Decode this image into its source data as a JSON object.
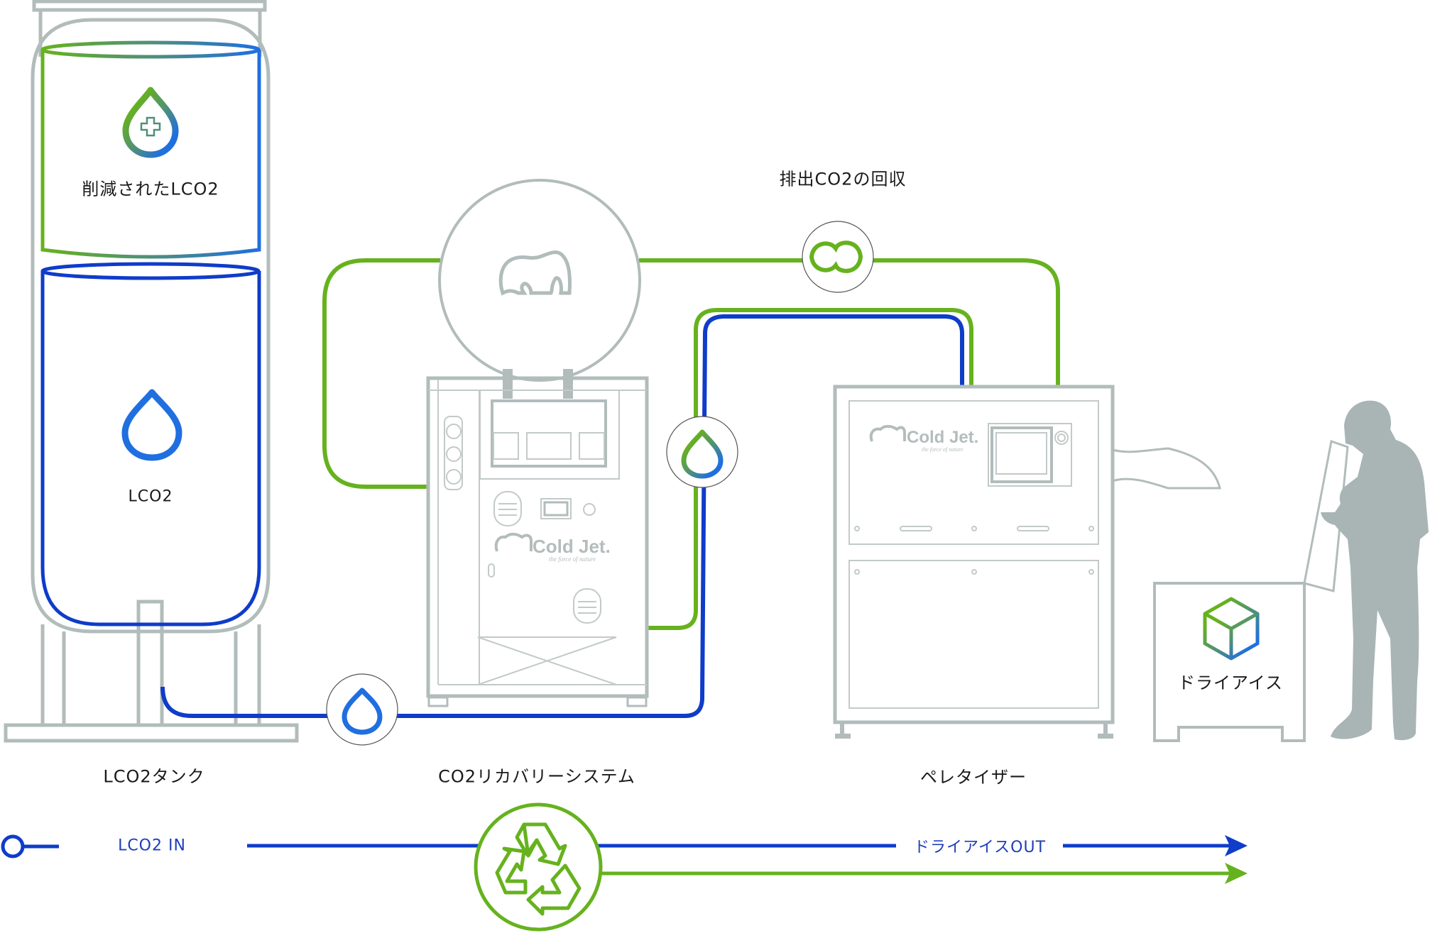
{
  "diagram": {
    "title": "CO2 recovery process",
    "labels": {
      "reduced_lco2": "削減されたLCO2",
      "lco2": "LCO2",
      "exhaust_recovery": "排出CO2の回収",
      "tank": "LCO2タンク",
      "recovery_system": "CO2リカバリーシステム",
      "pelletizer": "ペレタイザー",
      "dry_ice": "ドライアイス",
      "lco2_in": "LCO2 IN",
      "dry_ice_out": "ドライアイスOUT"
    },
    "logos": {
      "brand": "Cold Jet.",
      "tagline": "the force of nature"
    },
    "icons": {
      "tank_top": "droplet-plus-icon",
      "tank_bottom": "droplet-icon",
      "exhaust": "co2-molecule-icon",
      "pipe_drop_1": "droplet-icon",
      "pipe_drop_2": "droplet-gradient-icon",
      "dry_ice": "cube-icon",
      "recycle": "recycle-icon",
      "worker": "person-silhouette-icon"
    },
    "colors": {
      "green": "#66b21e",
      "blue": "#0f3cc9",
      "bright_blue": "#1f6fe0",
      "gray": "#b1bcbb",
      "silhouette": "#a9b5b5"
    }
  }
}
